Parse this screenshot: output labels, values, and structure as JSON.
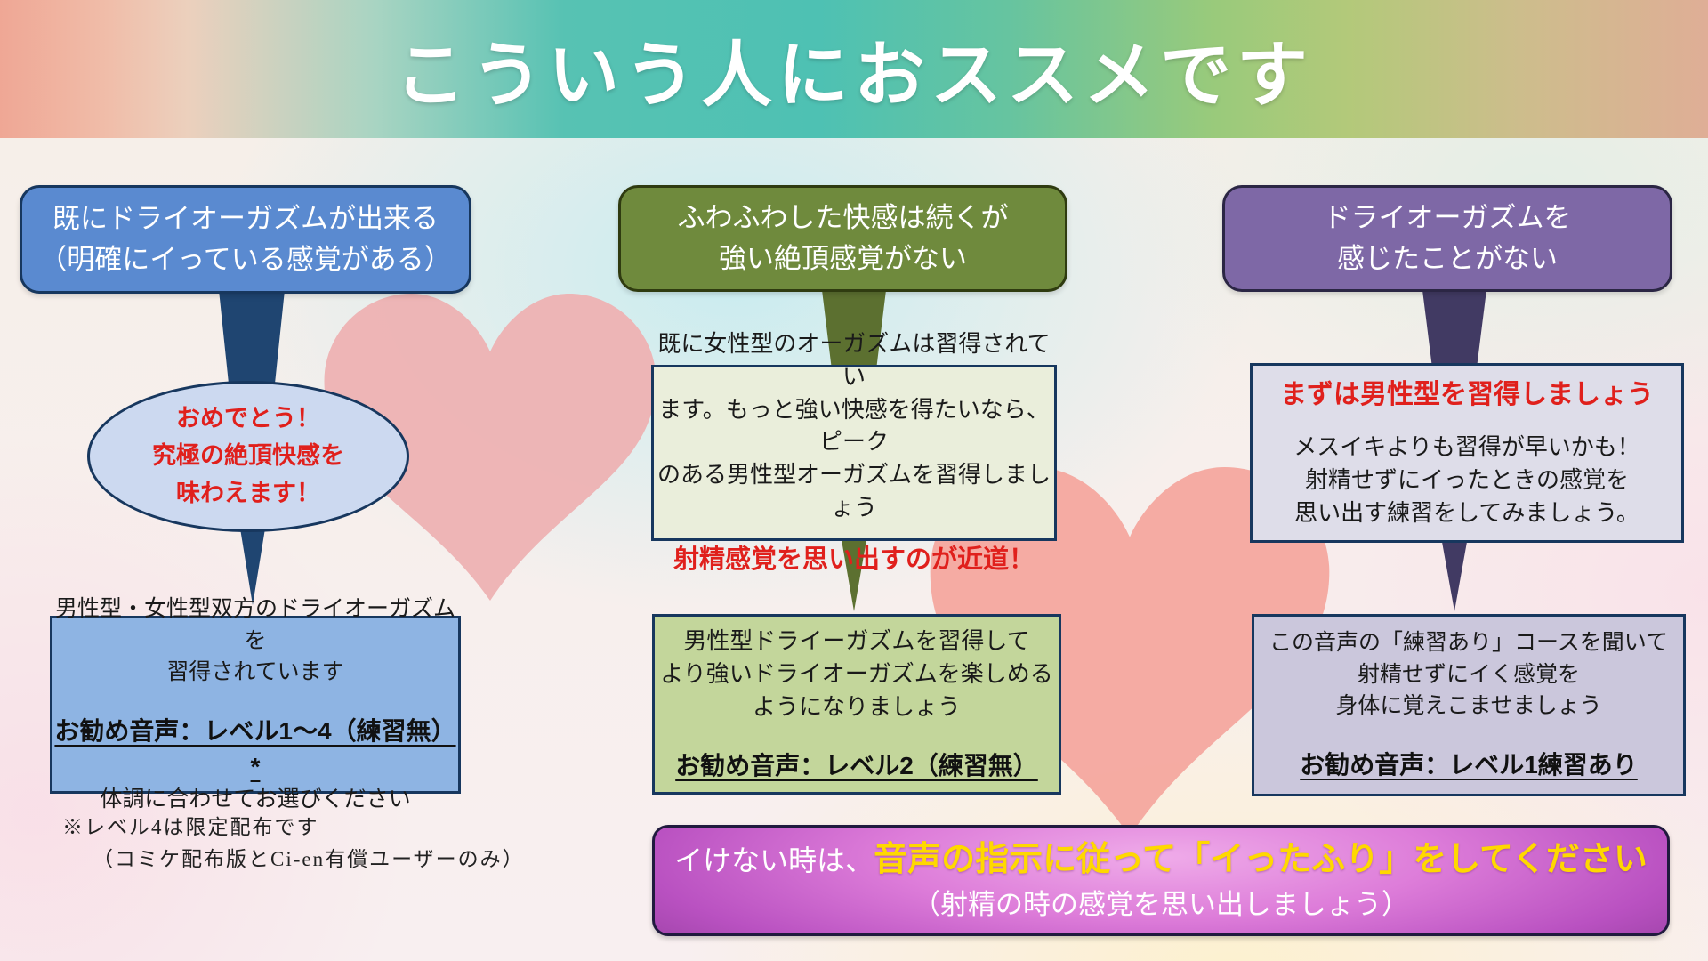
{
  "slide": {
    "title": "こういう人におススメです"
  },
  "columns": [
    {
      "top_box": {
        "line1": "既にドライオーガズムが出来る",
        "line2": "（明確にイっている感覚がある）"
      },
      "bubble": {
        "line1": "おめでとう！",
        "line2": "究極の絶頂快感を",
        "line3": "味わえます！"
      },
      "bottom_box": {
        "line1": "男性型・女性型双方のドライオーガズムを",
        "line2": "習得されています",
        "recommend": "お勧め音声：レベル1～4（練習無）*",
        "after": "体調に合わせてお選びください"
      }
    },
    {
      "top_box": {
        "line1": "ふわふわした快感は続くが",
        "line2": "強い絶頂感覚がない"
      },
      "middle_box": {
        "line1": "既に女性型のオーガズムは習得されてい",
        "line2": "ます。もっと強い快感を得たいなら、ピーク",
        "line3": "のある男性型オーガズムを習得しましょう",
        "highlight": "射精感覚を思い出すのが近道！"
      },
      "bottom_box": {
        "line1": "男性型ドライーガズムを習得して",
        "line2": "より強いドライオーガズムを楽しめる",
        "line3": "ようになりましょう",
        "recommend": "お勧め音声：レベル2（練習無）"
      }
    },
    {
      "top_box": {
        "line1": "ドライオーガズムを",
        "line2": "感じたことがない"
      },
      "middle_box": {
        "headline": "まずは男性型を習得しましょう",
        "line1": "メスイキよりも習得が早いかも！",
        "line2": "射精せずにイったときの感覚を",
        "line3": "思い出す練習をしてみましょう。"
      },
      "bottom_box": {
        "line1": "この音声の「練習あり」コースを聞いて",
        "line2": "射精せずにイく感覚を",
        "line3": "身体に覚えこませましょう",
        "recommend": "お勧め音声：レベル1練習あり"
      }
    }
  ],
  "footnote": {
    "line1": "※レベル4は限定配布です",
    "line2": "（コミケ配布版とCi-en有償ユーザーのみ）"
  },
  "banner": {
    "lead": "イけない時は、",
    "highlight": "音声の指示に従って「イったふり」をしてください",
    "line2": "（射精の時の感覚を思い出しましょう）"
  },
  "colors": {
    "title_text": "#ffffff",
    "box_border_navy": "#17375e",
    "col1_top_fill": "#5a8ad0",
    "col1_bubble_fill": "#ccd9f0",
    "col1_bottom_fill": "#8eb4e3",
    "col1_arrow": "#1f4571",
    "col2_top_fill": "#6f8a3d",
    "col2_middle_fill": "#eaeedb",
    "col2_bottom_fill": "#c3d69b",
    "col2_arrow": "#5c7030",
    "col3_top_fill": "#7e68a6",
    "col3_middle_fill": "#dedde9",
    "col3_bottom_fill": "#cbc7dc",
    "col3_arrow": "#413a63",
    "accent_red": "#e0201c",
    "banner_fill": "#c75ecb",
    "banner_yellow": "#ffd800",
    "heart_pink_large": "#edb2b3",
    "heart_pink_lower": "#f5a8a0"
  }
}
